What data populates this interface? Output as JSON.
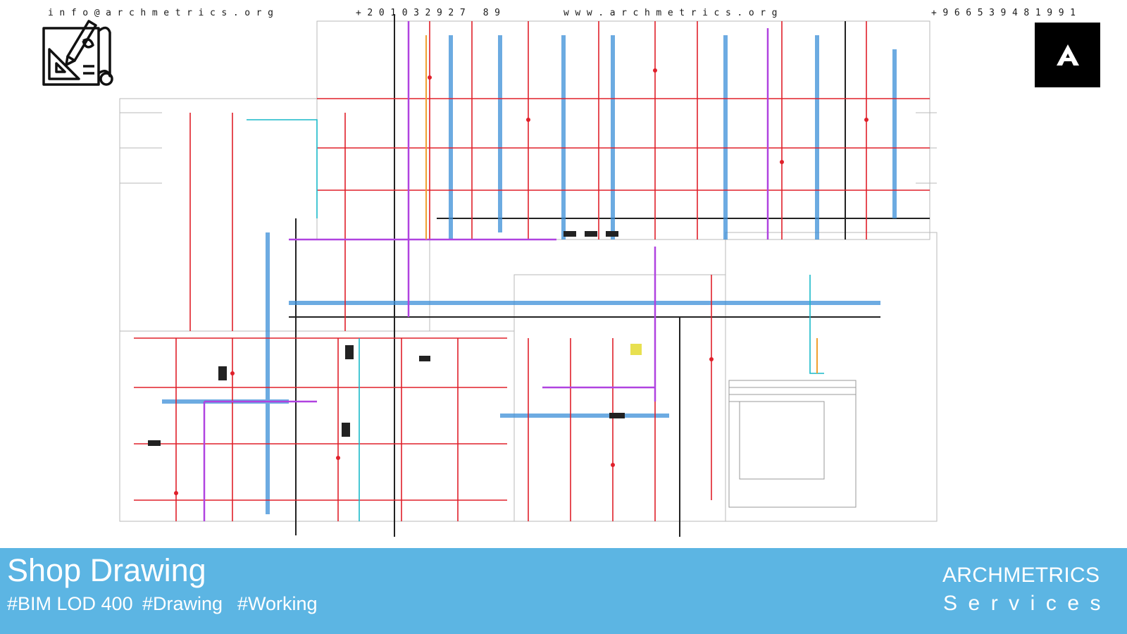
{
  "header": {
    "email": "info@archmetrics.org",
    "phone_1": "+201032927 89",
    "website": "www.archmetrics.org",
    "phone_2": "+966539481991"
  },
  "logos": {
    "left_icon": "blueprint-drafting-icon",
    "right_mark": "A"
  },
  "banner": {
    "title": "Shop Drawing",
    "tags": [
      "#BIM LOD 400",
      "#Drawing",
      "#Working"
    ],
    "brand": "ARCHMETRICS",
    "brand_sub": "Services"
  },
  "colors": {
    "banner": "#5cb5e3",
    "pipe_red": "#e0202a",
    "duct_blue": "#3c8fd8",
    "pipe_magenta": "#b043e0",
    "pipe_cyan": "#19b9c9",
    "pipe_orange": "#f0a030",
    "line_dark": "#222222"
  }
}
